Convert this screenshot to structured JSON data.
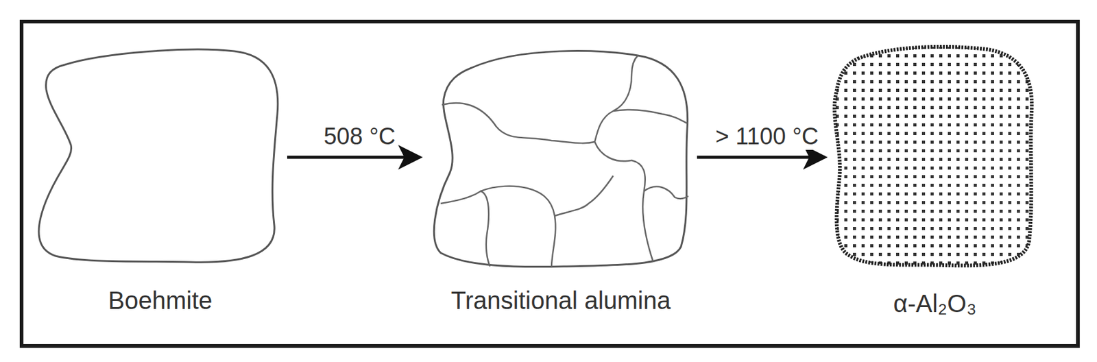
{
  "diagram": {
    "nodes": [
      {
        "text": [
          "Boehmite"
        ]
      },
      {
        "text": [
          "Transitional alumina"
        ]
      },
      {
        "text": [
          "α-Al₂O₃"
        ]
      }
    ],
    "edges": [
      {
        "from": 0,
        "to": 1,
        "arrow": "to",
        "label": "508 °C"
      },
      {
        "from": 1,
        "to": 2,
        "arrow": "to",
        "label": "> 1100 °C"
      }
    ]
  }
}
